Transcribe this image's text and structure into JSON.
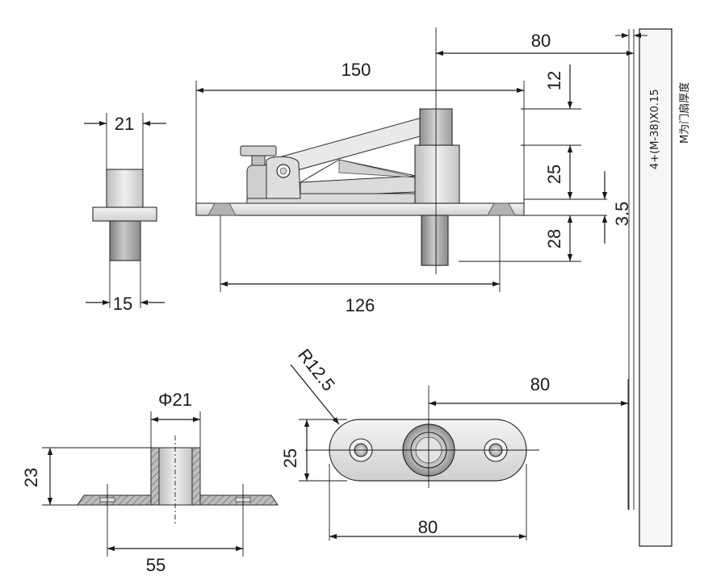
{
  "colors": {
    "line": "#1a1a1a",
    "metal_light": "#ececec",
    "metal_mid": "#cfcfcf",
    "metal_dark": "#9a9a9a",
    "hatch": "#8a8a8a"
  },
  "front_view": {
    "dim_overall_length": "150",
    "dim_mount_holes": "126",
    "dim_door_offset": "80",
    "dim_top_12": "12",
    "dim_body_25": "25",
    "dim_plate_3_5": "3.5",
    "dim_pin_28": "28"
  },
  "side_view": {
    "dim_top_width": "21",
    "dim_pin_width": "15"
  },
  "section_view": {
    "dim_bore": "Φ21",
    "dim_height": "23",
    "dim_holes": "55"
  },
  "plan_view": {
    "dim_radius": "R12.5",
    "dim_width": "25",
    "dim_length": "80",
    "dim_door_offset": "80"
  },
  "door_panel": {
    "formula": "4+(M-38)X0.15",
    "note": "M为门扇厚度"
  }
}
